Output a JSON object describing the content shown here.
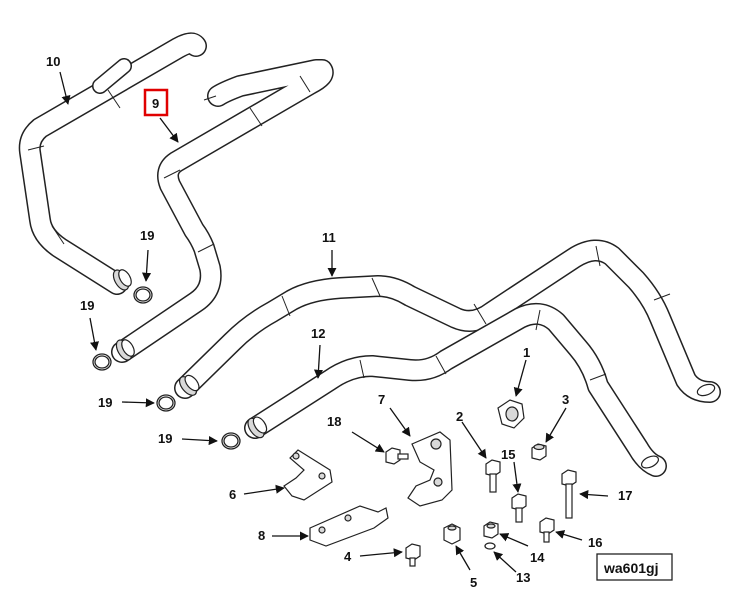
{
  "drawing_id": "wa601gj",
  "highlighted_callout": "9",
  "callouts": [
    "1",
    "2",
    "3",
    "4",
    "5",
    "6",
    "7",
    "8",
    "9",
    "10",
    "11",
    "12",
    "13",
    "14",
    "15",
    "16",
    "17",
    "18",
    "19"
  ]
}
